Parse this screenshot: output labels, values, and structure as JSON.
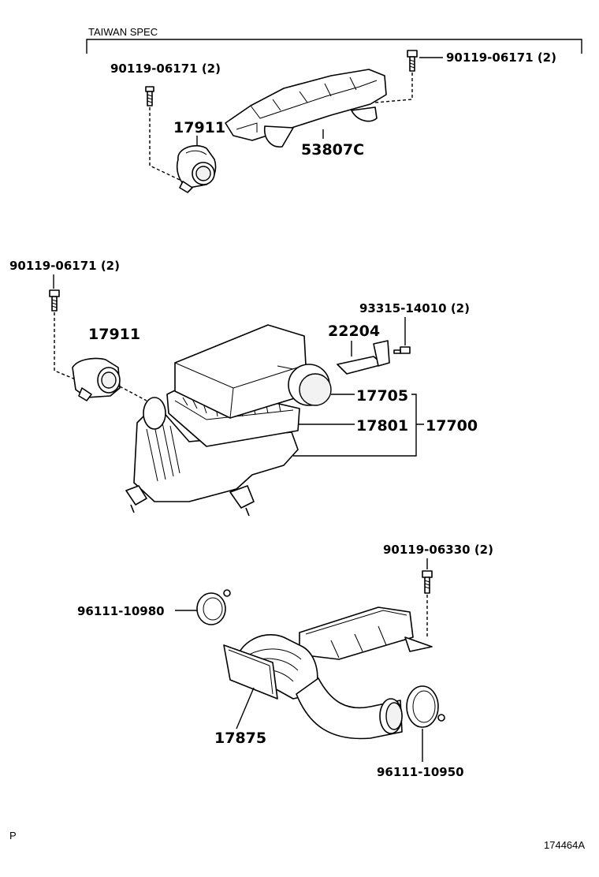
{
  "header": {
    "taiwan_spec": "TAIWAN SPEC"
  },
  "labels": {
    "bolt_top_left": "90119-06171 (2)",
    "bolt_top_right": "90119-06171 (2)",
    "meter_top": "17911",
    "bracket_top": "53807C",
    "bolt_mid_left": "90119-06171 (2)",
    "meter_mid": "17911",
    "sensor": "22204",
    "screw": "93315-14010 (2)",
    "cap": "17705",
    "element": "17801",
    "assembly": "17700",
    "bolt_lower": "90119-06330 (2)",
    "clamp_upper": "96111-10980",
    "hose": "17875",
    "clamp_lower": "96111-10950"
  },
  "footer": {
    "corner_letter": "P",
    "figure_code": "174464A"
  }
}
